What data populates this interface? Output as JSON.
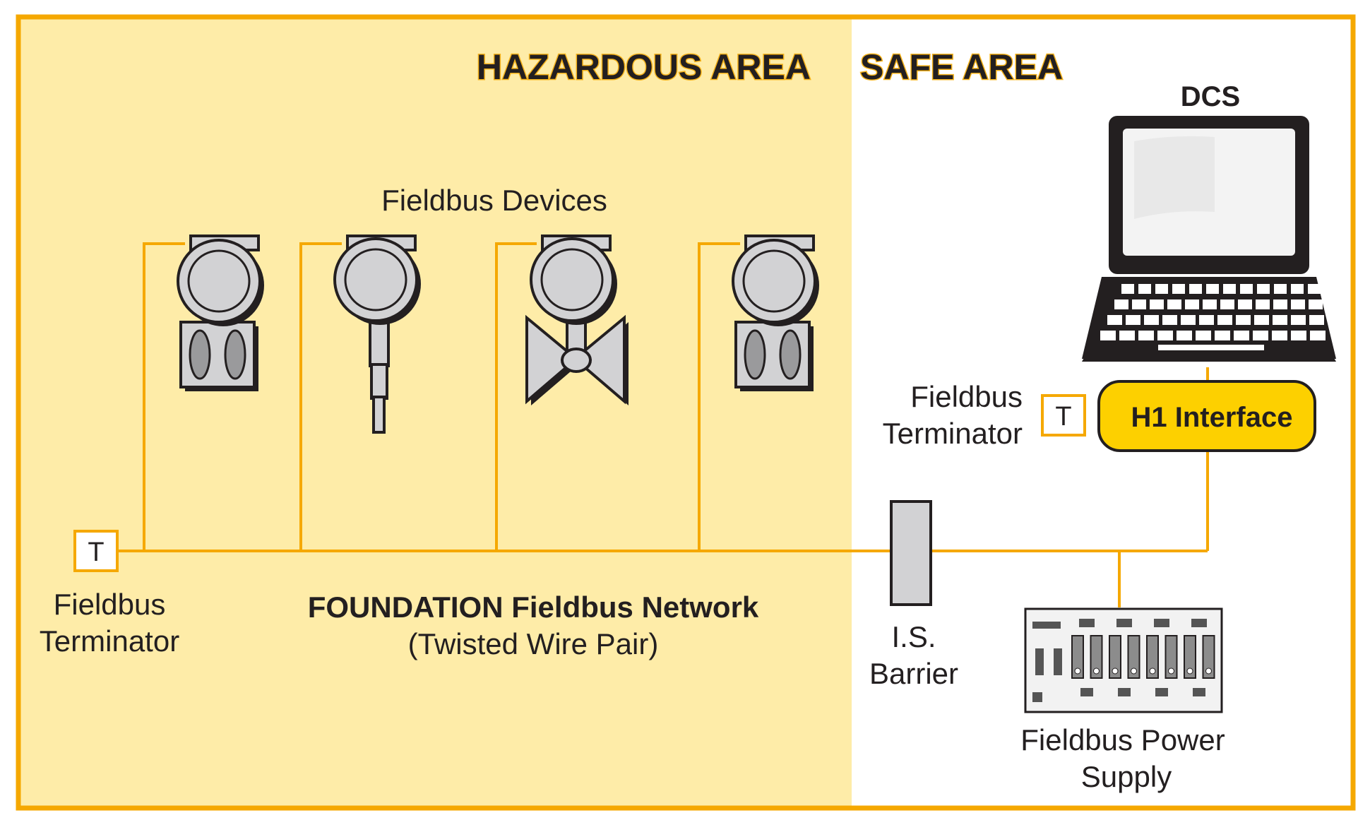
{
  "areas": {
    "hazardous": "HAZARDOUS AREA",
    "safe": "SAFE AREA"
  },
  "devices_label": "Fieldbus Devices",
  "dcs_label": "DCS",
  "h1_interface": "H1 Interface",
  "terminator_symbol": "T",
  "left_terminator": {
    "line1": "Fieldbus",
    "line2": "Terminator"
  },
  "right_terminator": {
    "line1": "Fieldbus",
    "line2": "Terminator"
  },
  "network": {
    "line1": "FOUNDATION Fieldbus Network",
    "line2": "(Twisted Wire Pair)"
  },
  "barrier": {
    "line1": "I.S.",
    "line2": "Barrier"
  },
  "power_supply": {
    "line1": "Fieldbus Power",
    "line2": "Supply"
  },
  "colors": {
    "hazard_fill": "#feeca8",
    "border": "#f5a800",
    "interface_fill": "#fdd000",
    "wire": "#f5a800",
    "device_gray": "#d2d2d4"
  }
}
